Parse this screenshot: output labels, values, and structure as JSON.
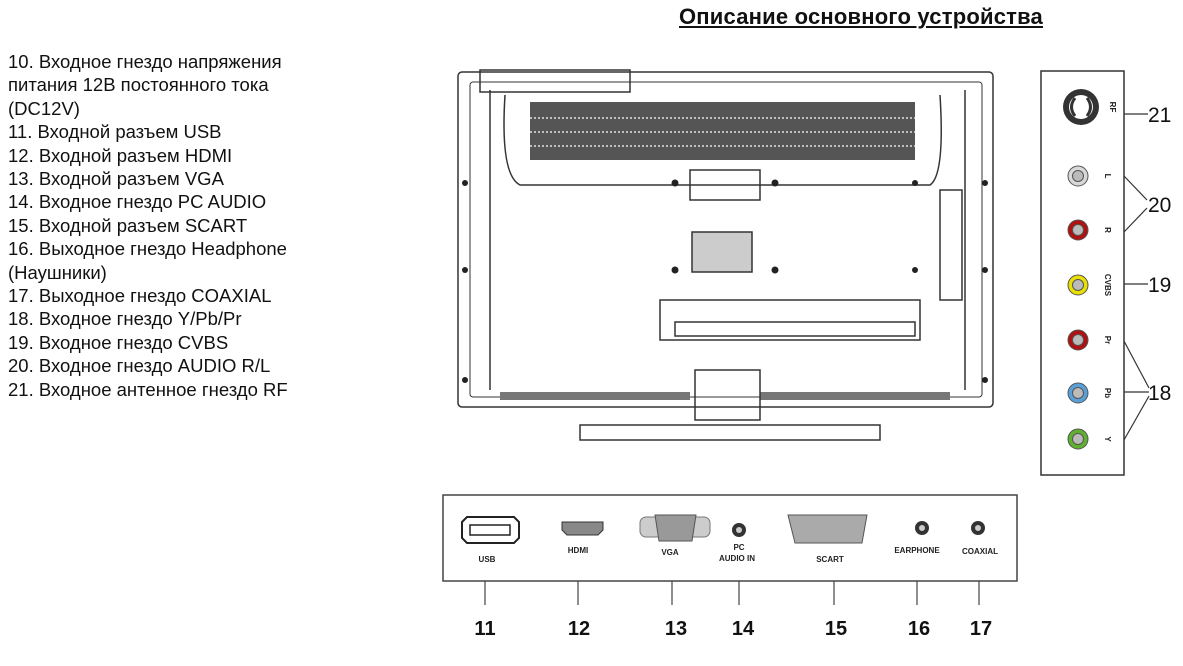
{
  "title": "Описание основного устройства",
  "legend": [
    "10. Входное гнездо напряжения",
    "питания 12В постоянного тока",
    "(DC12V)",
    "11. Входной разъем USB",
    "12. Входной разъем HDMI",
    "13. Входной разъем VGA",
    "14. Входное гнездо PC AUDIO",
    "15. Входной разъем SCART",
    "16. Выходное гнездо Headphone",
    "(Наушники)",
    "17. Выходное гнездо COAXIAL",
    "18. Входное гнездо Y/Pb/Pr",
    "19. Входное гнездо CVBS",
    "20. Входное гнездо AUDIO R/L",
    "21. Входное антенное гнездо RF"
  ],
  "side_panel": {
    "labels": {
      "rf": "RF",
      "l": "L",
      "r": "R",
      "cvbs": "CVBS",
      "pr": "Pr",
      "pb": "Pb",
      "y": "Y"
    },
    "numbers": {
      "n21": "21",
      "n20": "20",
      "n19": "19",
      "n18": "18"
    },
    "colors": {
      "white": "#d8d8d8",
      "red": "#b01010",
      "yellow": "#e8e000",
      "blue": "#5aa0d8",
      "green": "#60b030"
    }
  },
  "bottom_panel": {
    "labels": {
      "usb": "USB",
      "hdmi": "HDMI",
      "vga": "VGA",
      "pc1": "PC",
      "pc2": "AUDIO IN",
      "scart": "SCART",
      "earphone": "EARPHONE",
      "coaxial": "COAXIAL"
    },
    "numbers": [
      "11",
      "12",
      "13",
      "14",
      "15",
      "16",
      "17"
    ]
  }
}
